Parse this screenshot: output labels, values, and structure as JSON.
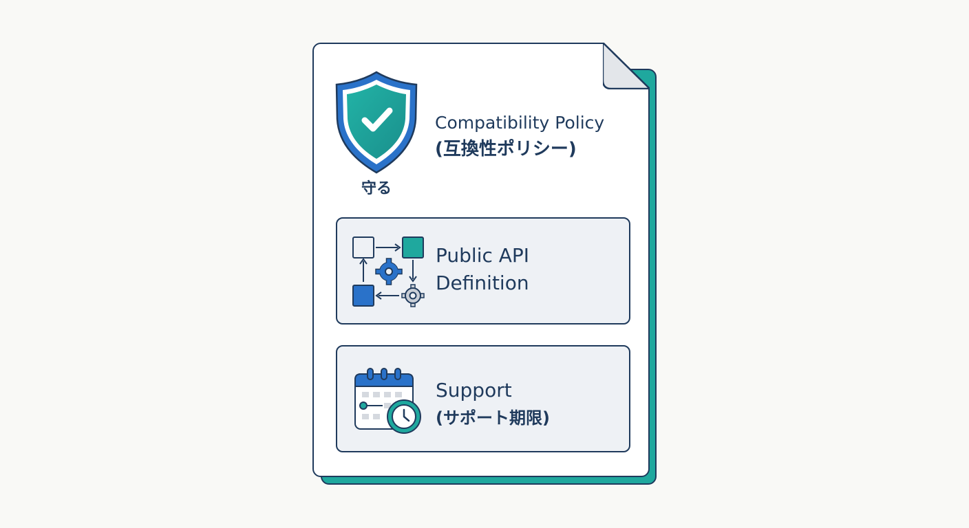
{
  "policy": {
    "title_en": "Compatibility Policy",
    "title_jp": "(互換性ポリシー)",
    "icon": "shield-check-icon",
    "guard_label": "守る"
  },
  "api": {
    "line1": "Public API",
    "line2": "Definition",
    "icon": "api-flow-gears-icon"
  },
  "support": {
    "line1": "Support",
    "line2": "(サポート期限)",
    "icon": "calendar-clock-icon"
  },
  "colors": {
    "navy": "#1f3a5c",
    "blue": "#2a72c9",
    "teal": "#1fa89e",
    "card_bg": "#eef1f5"
  }
}
